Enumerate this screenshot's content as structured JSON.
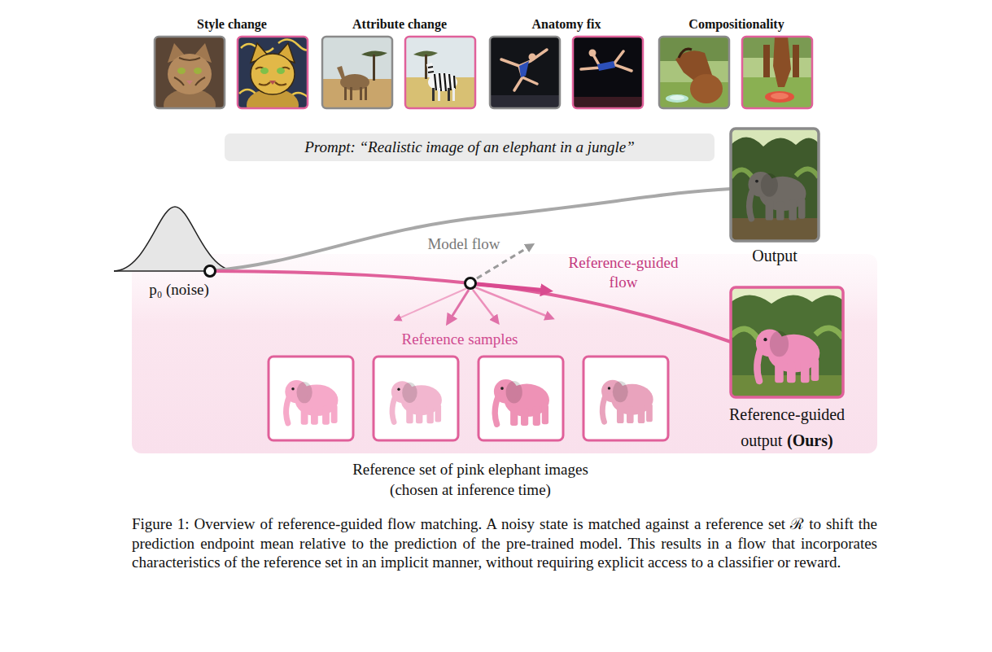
{
  "diagram": {
    "caption": "Figure 1: Overview of reference-guided flow matching. A noisy state is matched against a reference set ℛ to shift the prediction endpoint mean relative to the prediction of the pre-trained model. This results in a flow that incorporates characteristics of the reference set in an implicit manner, without requiring explicit access to a classifier or reward.",
    "nodes": [
      {
        "text": [
          "Prompt: “Realistic image of an elephant in a jungle”"
        ]
      },
      {
        "text": [
          "Output"
        ]
      },
      {
        "text": [
          "Reference-guided output",
          "(Ours)"
        ]
      }
    ],
    "labels": [
      "Style change",
      "Attribute change",
      "Anatomy fix",
      "Compositionality",
      "Model flow",
      "Reference-guided flow",
      "Reference samples",
      "p₀ (noise)",
      "Reference set of pink elephant images (chosen at inference time)"
    ]
  }
}
